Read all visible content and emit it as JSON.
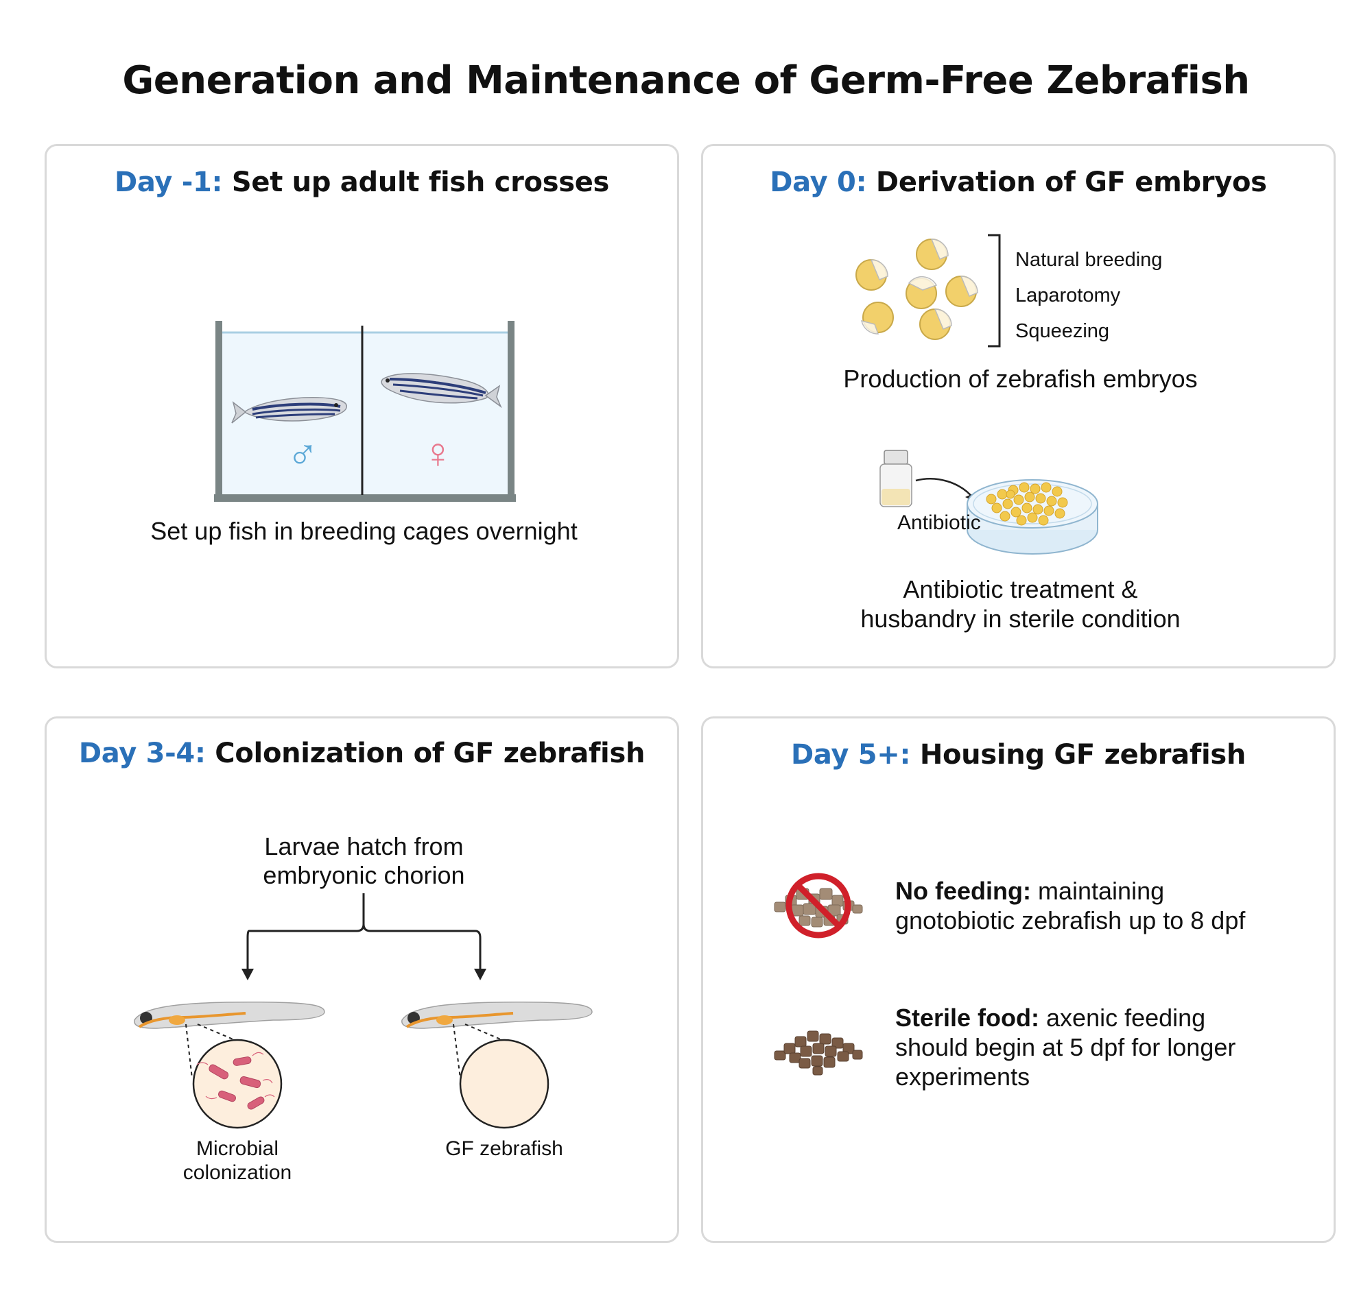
{
  "title": "Generation and Maintenance of Germ-Free Zebrafish",
  "panels": {
    "day_minus1": {
      "day": "Day -1:",
      "heading": "Set up adult fish crosses",
      "male_symbol": "♂",
      "female_symbol": "♀",
      "caption": "Set up fish in breeding cages overnight"
    },
    "day0": {
      "day": "Day 0:",
      "heading": "Derivation of GF embryos",
      "methods": [
        "Natural breeding",
        "Laparotomy",
        "Squeezing"
      ],
      "production_caption": "Production of zebrafish embryos",
      "antibiotic_label": "Antibiotic",
      "treatment_caption_1": "Antibiotic treatment &",
      "treatment_caption_2": "husbandry in sterile condition"
    },
    "day3_4": {
      "day": "Day 3-4:",
      "heading": "Colonization of GF zebrafish",
      "hatch_1": "Larvae hatch from",
      "hatch_2": "embryonic chorion",
      "left_label_1": "Microbial",
      "left_label_2": "colonization",
      "right_label": "GF zebrafish"
    },
    "day5": {
      "day": "Day 5+:",
      "heading": "Housing GF zebrafish",
      "no_feeding_bold": "No feeding:",
      "no_feeding_1": "maintaining",
      "no_feeding_2": "gnotobiotic zebrafish up to 8 dpf",
      "sterile_bold": "Sterile food:",
      "sterile_1": "axenic feeding",
      "sterile_2": "should begin at 5 dpf for longer",
      "sterile_3": "experiments"
    }
  },
  "colors": {
    "day_accent": "#2a70b8",
    "male": "#5aa7d6",
    "female": "#e8798e",
    "embryo_yolk": "#f2d06b",
    "food": "#7a5b45",
    "no_sign": "#d0202a",
    "bacteria": "#d8607a"
  }
}
